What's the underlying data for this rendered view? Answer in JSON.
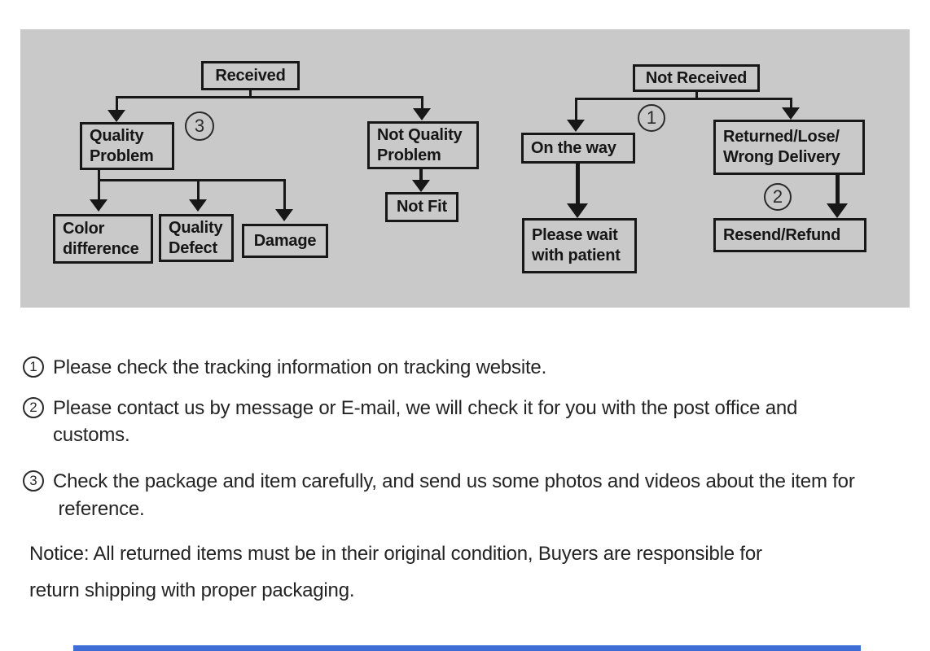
{
  "flowchart": {
    "nodes": {
      "received": "Received",
      "quality_problem": "Quality\nProblem",
      "not_quality_problem": "Not Quality\nProblem",
      "color_difference": "Color\ndifference",
      "quality_defect": "Quality\nDefect",
      "damage": "Damage",
      "not_fit": "Not Fit",
      "not_received": "Not Received",
      "on_the_way": "On the way",
      "returned_lose_wrong_delivery": "Returned/Lose/\nWrong Delivery",
      "please_wait_with_patient": "Please wait\nwith patient",
      "resend_refund": "Resend/Refund"
    },
    "markers": {
      "one": "1",
      "two": "2",
      "three": "3"
    }
  },
  "notes": [
    {
      "num": "1",
      "text": "Please check the tracking information on tracking website."
    },
    {
      "num": "2",
      "text": "Please contact us by message or E-mail, we will check it for you with the post office and\ncustoms."
    },
    {
      "num": "3",
      "text": "Check the package and item carefully, and send us some photos and videos about the item for\n reference."
    }
  ],
  "notice": "Notice: All returned items must be in their original condition, Buyers are responsible for\nreturn shipping with proper packaging.",
  "colors": {
    "panel_bg": "#c9c9c9",
    "line": "#171717",
    "text": "#242424",
    "accent_bar": "#3e6dd5"
  }
}
